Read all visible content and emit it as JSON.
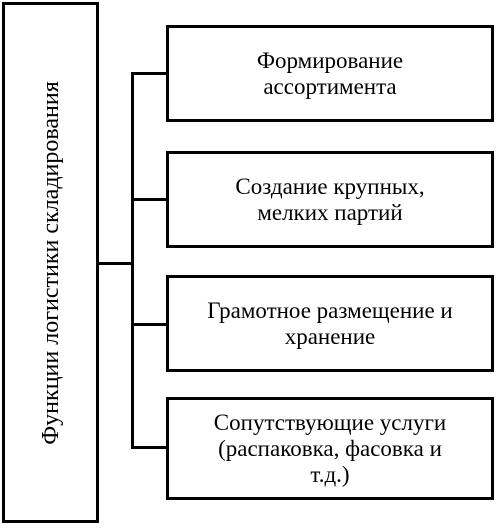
{
  "diagram": {
    "root": {
      "label": "Функции логистики складирования"
    },
    "items": [
      {
        "label": "Формирование\nассортимента"
      },
      {
        "label": "Создание крупных,\nмелких партий"
      },
      {
        "label": "Грамотное размещение и\nхранение"
      },
      {
        "label": "Сопутствующие услуги\n(распаковка, фасовка и\nт.д.)"
      }
    ]
  }
}
